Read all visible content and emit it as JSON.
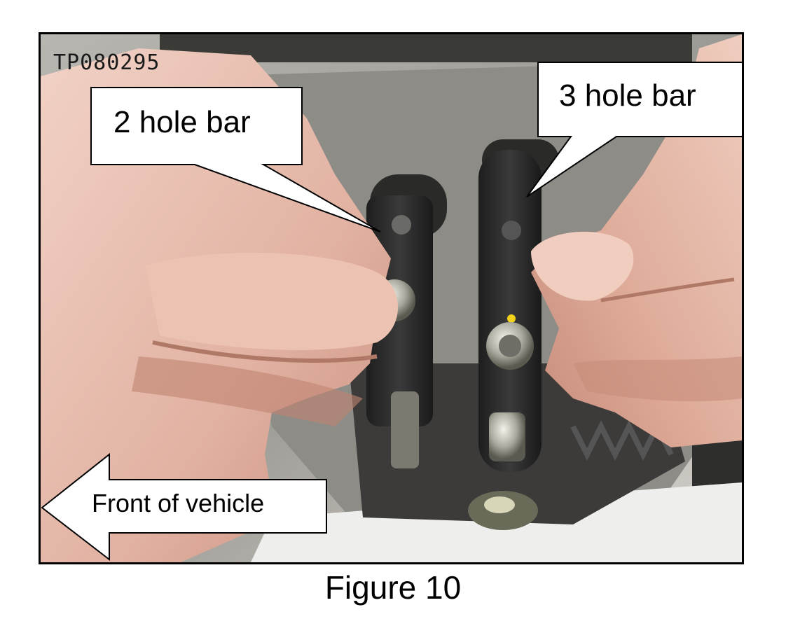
{
  "figure": {
    "photo_id": "TP080295",
    "caption": "Figure 10"
  },
  "callouts": {
    "two_hole_bar": "2 hole bar",
    "three_hole_bar": "3 hole bar",
    "front_of_vehicle": "Front of vehicle"
  },
  "colors": {
    "frame": "#000000",
    "callout_fill": "#ffffff",
    "skin": "#e8bfb0",
    "metal": "#9a9a94",
    "bar": "#2b2b2b"
  }
}
